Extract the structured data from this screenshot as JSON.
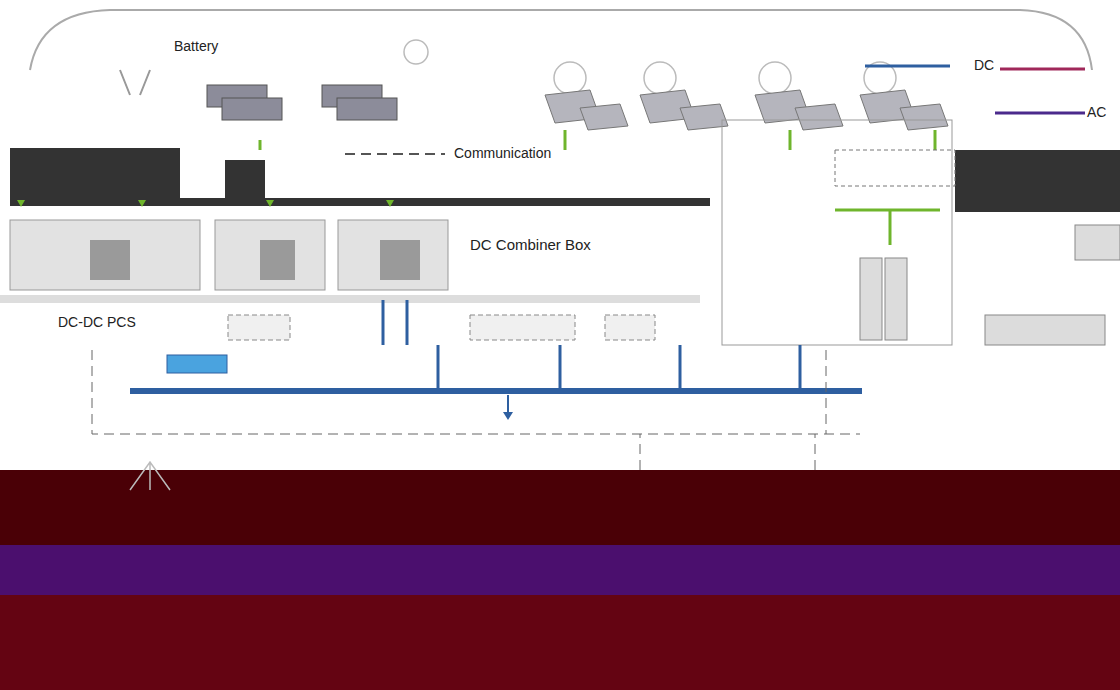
{
  "diagram": {
    "labels": [
      "Battery",
      "DC Combiner Box",
      "DC-DC PCS"
    ],
    "legend": [
      {
        "text": "DC"
      },
      {
        "text": "AC"
      },
      {
        "text": "Communication"
      }
    ]
  }
}
